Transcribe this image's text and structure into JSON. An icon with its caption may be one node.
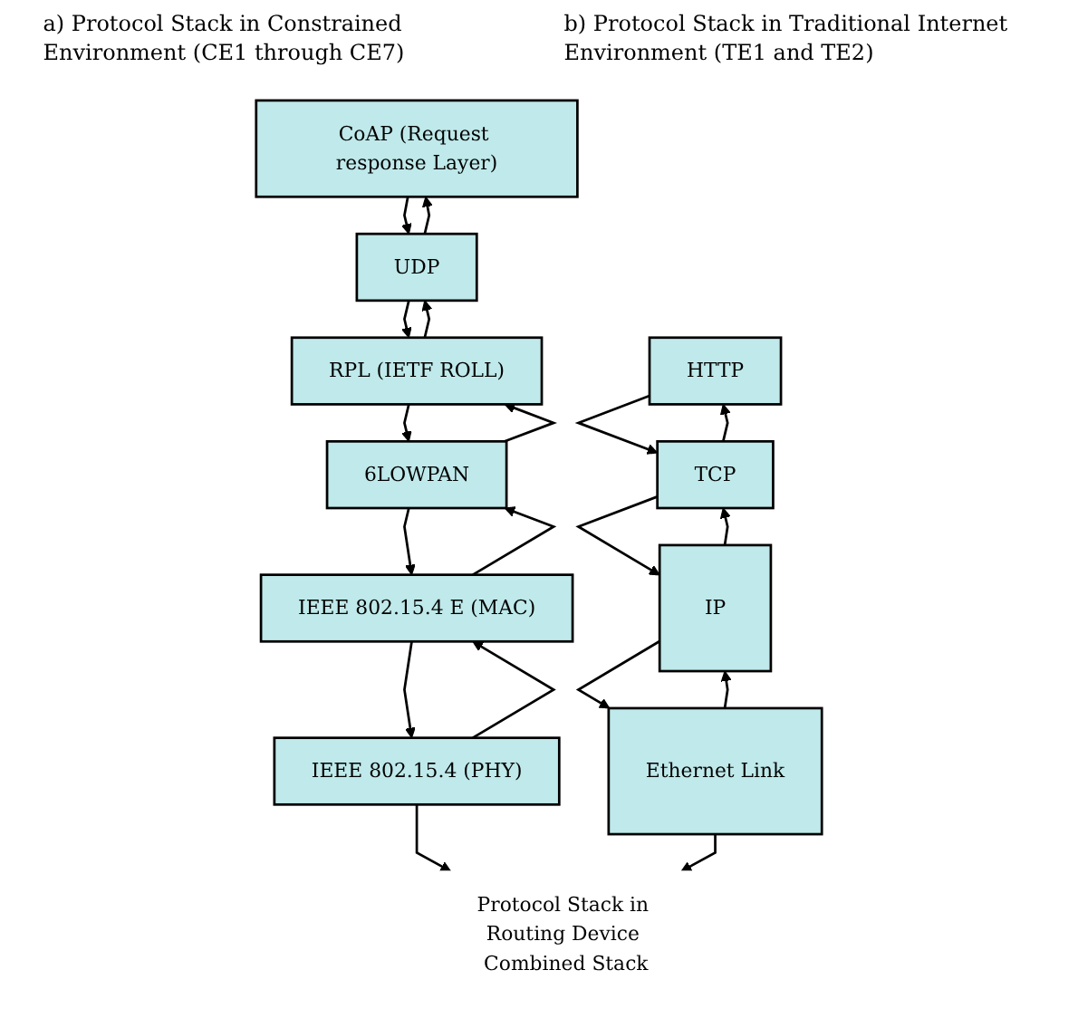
{
  "diagram": {
    "nodes": [
      {
        "text": [
          "CoAP (Request response Layer)"
        ]
      },
      {
        "text": [
          "UDP"
        ]
      },
      {
        "text": [
          "RPL (IETF ROLL)"
        ]
      },
      {
        "text": [
          "6LOWPAN"
        ]
      },
      {
        "text": [
          "IEEE 802.15.4 E (MAC)"
        ]
      },
      {
        "text": [
          "IEEE 802.15.4 (PHY)"
        ]
      },
      {
        "text": [
          "HTTP"
        ]
      },
      {
        "text": [
          "TCP"
        ]
      },
      {
        "text": [
          "IP"
        ]
      },
      {
        "text": [
          "Ethernet Link"
        ]
      },
      {
        "text": [
          "Protocol Stack in Routing Device Combined Stack"
        ]
      }
    ],
    "edges": [
      {
        "from": 0,
        "to": 1,
        "arrow": "to"
      },
      {
        "from": 1,
        "to": 0,
        "arrow": "to"
      },
      {
        "from": 1,
        "to": 2,
        "arrow": "to"
      },
      {
        "from": 2,
        "to": 1,
        "arrow": "to"
      },
      {
        "from": 2,
        "to": 3,
        "arrow": "to"
      },
      {
        "from": 3,
        "to": 2,
        "arrow": "to"
      },
      {
        "from": 3,
        "to": 4,
        "arrow": "to"
      },
      {
        "from": 4,
        "to": 3,
        "arrow": "to"
      },
      {
        "from": 4,
        "to": 5,
        "arrow": "to"
      },
      {
        "from": 5,
        "to": 4,
        "arrow": "to"
      },
      {
        "from": 6,
        "to": 7,
        "arrow": "to"
      },
      {
        "from": 7,
        "to": 6,
        "arrow": "to"
      },
      {
        "from": 7,
        "to": 8,
        "arrow": "to"
      },
      {
        "from": 8,
        "to": 7,
        "arrow": "to"
      },
      {
        "from": 8,
        "to": 9,
        "arrow": "to"
      },
      {
        "from": 9,
        "to": 8,
        "arrow": "to"
      },
      {
        "from": 5,
        "to": 10,
        "arrow": "to"
      },
      {
        "from": 9,
        "to": 10,
        "arrow": "to"
      }
    ],
    "labels": [
      "a) Protocol Stack in Constrained Environment (CE1 through CE7)",
      "b) Protocol Stack in Traditional Internet Environment (TE1 and TE2)"
    ]
  }
}
